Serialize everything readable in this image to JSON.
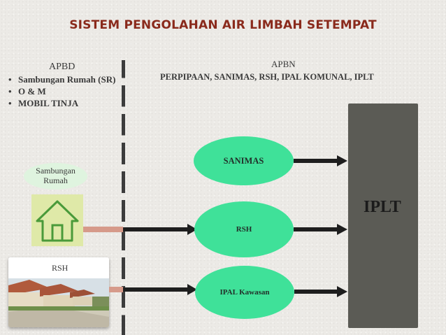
{
  "title": "SISTEM PENGOLAHAN AIR LIMBAH SETEMPAT",
  "apbd": {
    "title": "APBD",
    "items": [
      "Sambungan Rumah (SR)",
      "O & M",
      "MOBIL TINJA"
    ]
  },
  "apbn": {
    "title": "APBN",
    "subtitle": "PERPIPAAN, SANIMAS, RSH, IPAL KOMUNAL, IPLT"
  },
  "sambungan_rumah_label": "Sambungan Rumah",
  "rsh_photo_label": "RSH",
  "nodes": {
    "sanimas": "SANIMAS",
    "rsh": "RSH",
    "ipal": "IPAL Kawasan",
    "iplt": "IPLT"
  },
  "colors": {
    "title": "#8a2a1c",
    "ellipse": "#3fe199",
    "iplt": "#5b5b55",
    "pipe": "#d69a8a",
    "house": "#dfe9a8",
    "house_stroke": "#4a9a3a"
  },
  "icons": {
    "house": "house-icon",
    "photo": "houses-photo"
  }
}
